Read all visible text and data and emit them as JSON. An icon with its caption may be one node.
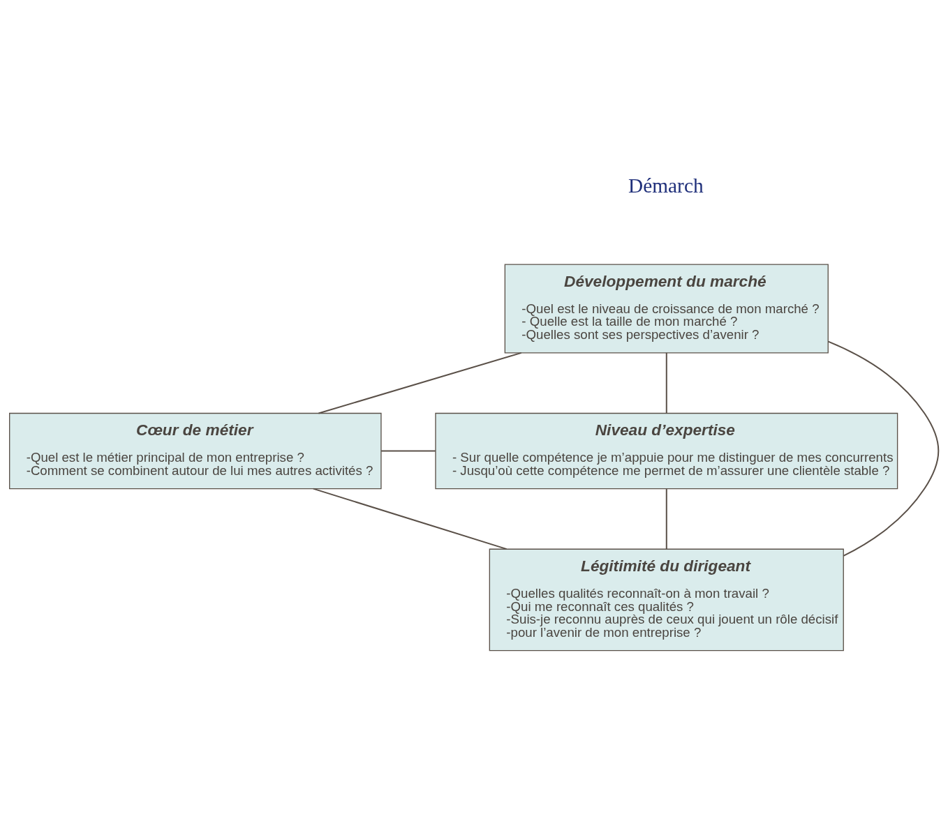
{
  "diagram": {
    "nodes": [
      {
        "text": [
          "Développement du marché",
          "-Quel est le niveau de croissance de mon marché ?",
          "- Quelle est la taille de mon marché ?",
          "-Quelles sont ses perspectives d’avenir ?"
        ]
      },
      {
        "text": [
          "Cœur de métier",
          "-Quel est le métier principal de mon entreprise ?",
          "-Comment se combinent autour de lui mes autres activités ?"
        ]
      },
      {
        "text": [
          "Niveau d’expertise",
          "- Sur quelle compétence je m’appuie pour me distinguer de mes concurrents",
          "- Jusqu’où cette compétence me permet de m’assurer une clientèle stable ?"
        ]
      },
      {
        "text": [
          "Légitimité du dirigeant",
          "-Quelles qualités reconnaît-on à mon travail ?",
          "-Qui me reconnaît ces qualités ?",
          "-Suis-je reconnu auprès de ceux qui jouent un rôle décisif",
          "-pour l’avenir de mon entreprise ?"
        ]
      }
    ],
    "edges": [
      {
        "from": 0,
        "to": 1,
        "arrow": "none"
      },
      {
        "from": 0,
        "to": 2,
        "arrow": "none"
      },
      {
        "from": 0,
        "to": 3,
        "arrow": "none"
      },
      {
        "from": 1,
        "to": 2,
        "arrow": "none"
      },
      {
        "from": 1,
        "to": 3,
        "arrow": "none"
      },
      {
        "from": 2,
        "to": 3,
        "arrow": "none"
      }
    ],
    "labels": [
      "Démarch"
    ]
  }
}
